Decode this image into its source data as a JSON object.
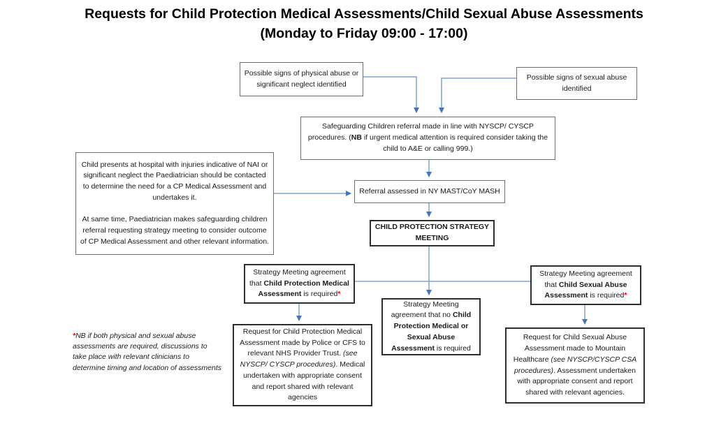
{
  "title": {
    "line1": "Requests for Child Protection Medical Assessments/Child Sexual Abuse Assessments",
    "line2": "(Monday to Friday 09:00 - 17:00)"
  },
  "colors": {
    "connector_line": "#7fa3d3",
    "arrowhead": "#4576b9",
    "box_border": "#6e6e6e",
    "asterisk_red": "#ff0000"
  },
  "boxes": {
    "physical_signs": {
      "segments": [
        {
          "text": "Possible signs of physical abuse or significant neglect identified"
        }
      ]
    },
    "sexual_signs": {
      "segments": [
        {
          "text": "Possible signs of sexual abuse identified"
        }
      ]
    },
    "safeguarding_referral": {
      "segments": [
        {
          "text": "Safeguarding Children referral made in line with NYSCP/ CYSCP procedures. ("
        },
        {
          "text": "NB",
          "bold": true
        },
        {
          "text": " if urgent medical attention is required consider taking the child to A&E or calling 999.)"
        }
      ]
    },
    "hospital_presentation": {
      "segments": [
        {
          "text": "Child presents at hospital with injuries indicative of NAI or significant neglect the Paediatrician should be contacted to determine the need for a CP Medical Assessment and undertakes it.\n\nAt same time, Paediatrician makes safeguarding children referral requesting strategy meeting to consider outcome of CP Medical Assessment and other relevant information."
        }
      ]
    },
    "referral_assessed": {
      "segments": [
        {
          "text": "Referral assessed in NY MAST/CoY MASH"
        }
      ]
    },
    "strategy_meeting": {
      "segments": [
        {
          "text": "CHILD PROTECTION STRATEGY MEETING",
          "bold": true
        }
      ]
    },
    "agreement_cp_medical": {
      "segments": [
        {
          "text": "Strategy Meeting agreement that "
        },
        {
          "text": "Child Protection Medical Assessment",
          "bold": true
        },
        {
          "text": " is required"
        },
        {
          "text": "*",
          "bold": true,
          "color": "#ff0000"
        }
      ]
    },
    "agreement_none": {
      "segments": [
        {
          "text": "Strategy Meeting agreement that no "
        },
        {
          "text": "Child Protection Medical or Sexual Abuse Assessment",
          "bold": true
        },
        {
          "text": " is required"
        }
      ]
    },
    "agreement_csa": {
      "segments": [
        {
          "text": "Strategy Meeting agreement that "
        },
        {
          "text": "Child Sexual Abuse Assessment",
          "bold": true
        },
        {
          "text": " is required"
        },
        {
          "text": "*",
          "bold": true,
          "color": "#ff0000"
        }
      ]
    },
    "request_cp_medical": {
      "segments": [
        {
          "text": "Request for Child Protection Medical Assessment made by Police or CFS to relevant NHS Provider Trust. "
        },
        {
          "text": "(see NYSCP/ CYSCP procedures)",
          "italic": true
        },
        {
          "text": ". Medical undertaken with appropriate consent and report shared with relevant agencies"
        }
      ]
    },
    "request_csa": {
      "segments": [
        {
          "text": "Request for Child Sexual Abuse Assessment made to Mountain Healthcare "
        },
        {
          "text": "(see NYSCP/CYSCP CSA procedures)",
          "italic": true
        },
        {
          "text": ". Assessment undertaken with appropriate consent and report shared with relevant agencies."
        }
      ]
    }
  },
  "footnote": {
    "segments": [
      {
        "text": "*",
        "bold": true,
        "italic": true,
        "color": "#ff0000"
      },
      {
        "text": "NB if both physical and sexual abuse assessments are required, discussions to take place with relevant clinicians to determine timing and location of assessments",
        "italic": true
      }
    ]
  }
}
